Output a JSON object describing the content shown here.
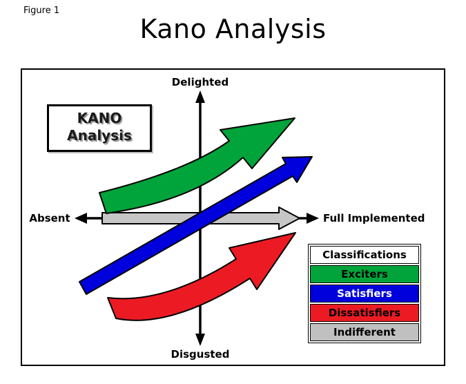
{
  "figure_label": "Figure 1",
  "title": "Kano Analysis",
  "kano_box": {
    "line1": "KANO",
    "line2": "Analysis"
  },
  "axis_labels": {
    "top": "Delighted",
    "bottom": "Disgusted",
    "left": "Absent",
    "right": "Full Implemented"
  },
  "colors": {
    "axis": "#000000",
    "exciters": "#00a43a",
    "satisfiers": "#0000dd",
    "dissatisfiers": "#ec1b23",
    "indifferent": "#c6c6c6"
  },
  "legend": {
    "header": "Classifications",
    "items": [
      {
        "label": "Exciters",
        "bg": "#00a43a",
        "fg": "#000000"
      },
      {
        "label": "Satisfiers",
        "bg": "#0000dd",
        "fg": "#ffffff"
      },
      {
        "label": "Dissatisfiers",
        "bg": "#ec1b23",
        "fg": "#000000"
      },
      {
        "label": "Indifferent",
        "bg": "#c0c0c0",
        "fg": "#000000"
      }
    ]
  }
}
